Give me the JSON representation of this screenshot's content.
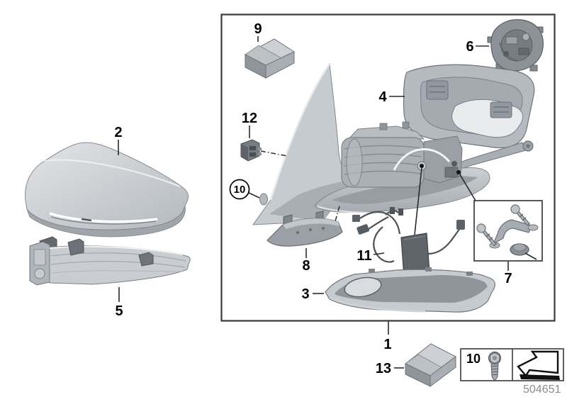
{
  "diagram": {
    "doc_number": "504651",
    "callouts": {
      "c1": "1",
      "c2": "2",
      "c3": "3",
      "c4": "4",
      "c5": "5",
      "c6": "6",
      "c7": "7",
      "c8": "8",
      "c9": "9",
      "c10": "10",
      "c11": "11",
      "c12": "12",
      "c13": "13"
    },
    "legend": {
      "fastener_callout": "10"
    },
    "icons": {
      "fastener": "screw-icon",
      "direction": "stock-arrow-icon",
      "parcel": "parts-kit-box-icon"
    },
    "colors": {
      "background": "#ffffff",
      "frame_border": "#3a3a3a",
      "outline": "#565b61",
      "part_light": "#cdd1d5",
      "part_mid": "#a9aeb4",
      "part_dark": "#787d83",
      "module_dark": "#5f646a",
      "callout_text": "#000000",
      "doc_number_text": "#8c8c8c"
    }
  }
}
